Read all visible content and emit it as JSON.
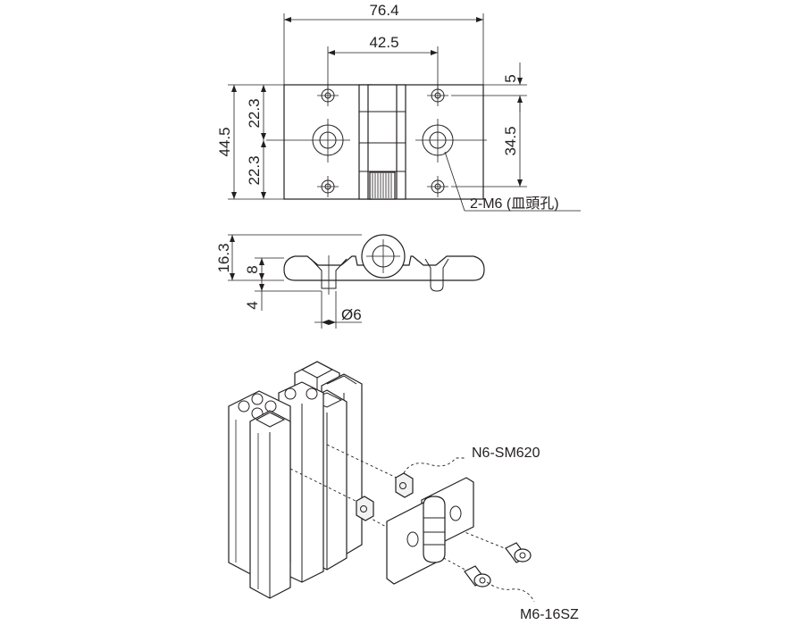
{
  "dimensions": {
    "overall_width": "76.4",
    "hole_spacing": "42.5",
    "edge_offset": "5",
    "overall_height": "44.5",
    "upper_half": "22.3",
    "lower_half": "22.3",
    "hole_pitch": "34.5",
    "side_height": "16.3",
    "leaf_thickness": "8",
    "screw_depth": "4",
    "hole_diameter": "Ø6"
  },
  "callouts": {
    "hole_spec": "2-M6 (皿頭孔)",
    "nut_part": "N6-SM620",
    "screw_part": "M6-16SZ"
  },
  "colors": {
    "line": "#231f20",
    "background": "#ffffff"
  }
}
